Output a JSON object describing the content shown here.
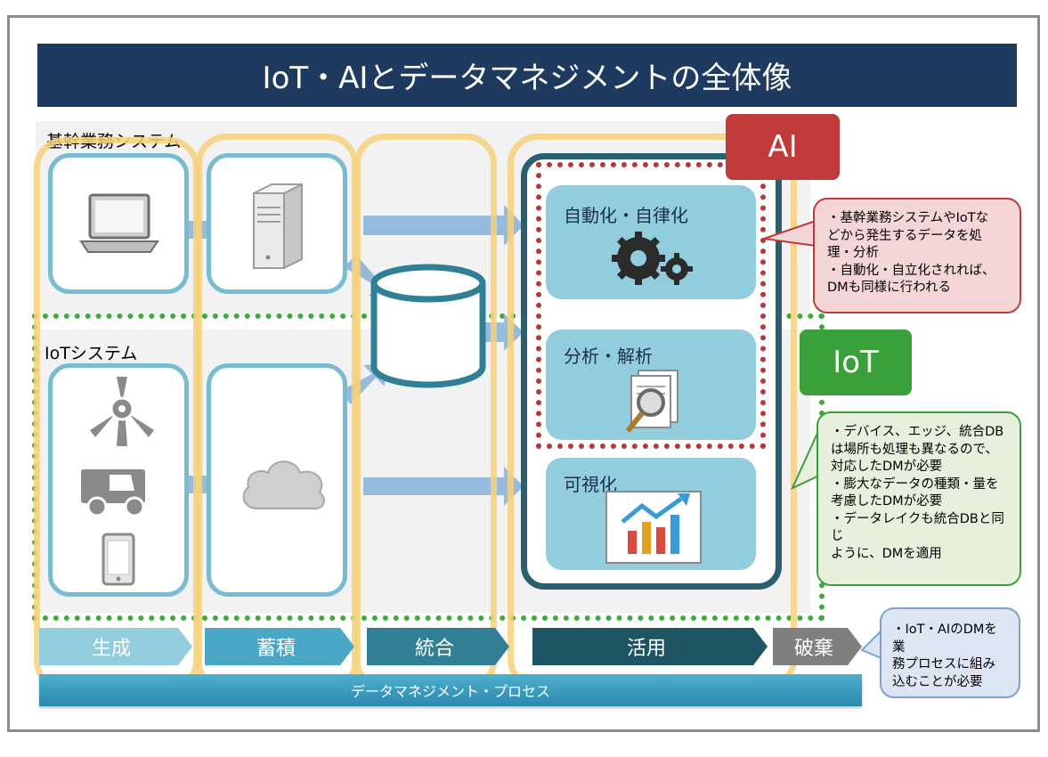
{
  "title": "IoT・AIとデータマネジメントの全体像",
  "sections": {
    "core": "基幹業務システム",
    "iot": "IoTシステム"
  },
  "tiles": {
    "automation": "自動化・自律化",
    "analysis": "分析・解析",
    "visualization": "可視化"
  },
  "badges": {
    "ai": "AI",
    "iot": "IoT"
  },
  "callouts": {
    "ai": [
      "・基幹業務システムやIoTな",
      "どから発生するデータを処",
      "理・分析",
      "・自動化・自立化されれば、",
      "DMも同様に行われる"
    ],
    "iot": [
      "・デバイス、エッジ、統合DB",
      "は場所も処理も異なるので、",
      "対応したDMが必要",
      "・膨大なデータの種類・量を",
      "考慮したDMが必要",
      "・データレイクも統合DBと同じ",
      "ように、DMを適用"
    ],
    "process": [
      "・IoT・AIのDMを業",
      "務プロセスに組み",
      "込むことが必要"
    ]
  },
  "process_steps": [
    "生成",
    "蓄積",
    "統合",
    "活用",
    "破棄"
  ],
  "process_bar": "データマネジメント・プロセス",
  "colors": {
    "title_bg": "#1f3a5f",
    "ai_badge": "#c0393b",
    "iot_badge": "#3aa13a",
    "step_1": "#92cddd",
    "step_2": "#4aa7c6",
    "step_3": "#317f95",
    "step_4": "#1f5463",
    "step_5": "#7f7f7f"
  },
  "icons": [
    "laptop-icon",
    "server-icon",
    "database-icon",
    "wind-turbine-icon",
    "truck-icon",
    "tablet-icon",
    "cloud-icon",
    "gears-icon",
    "document-magnifier-icon",
    "bar-chart-icon"
  ]
}
